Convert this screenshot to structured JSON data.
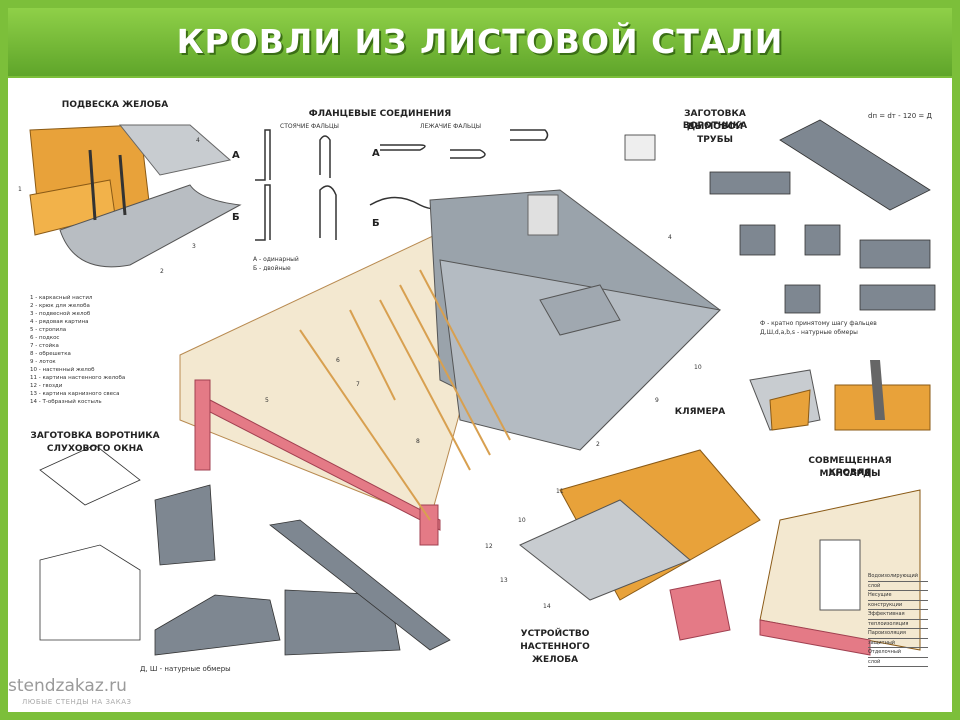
{
  "title": "КРОВЛИ ИЗ ЛИСТОВОЙ СТАЛИ",
  "sections": {
    "gutter_hanging": "ПОДВЕСКА ЖЕЛОБА",
    "flange_joints": "ФЛАНЦЕВЫЕ СОЕДИНЕНИЯ",
    "standing_seams": "СТОЯЧИЕ ФАЛЬЦЫ",
    "lying_seams": "ЛЕЖАЧИЕ ФАЛЬЦЫ",
    "chimney_collar_l1": "ЗАГОТОВКА ВОРОТНИКА",
    "chimney_collar_l2": "ДЫМОВОЙ",
    "chimney_collar_l3": "ТРУБЫ",
    "dormer_collar_l1": "ЗАГОТОВКА ВОРОТНИКА",
    "dormer_collar_l2": "СЛУХОВОГО ОКНА",
    "cleats": "КЛЯМЕРА",
    "mansard_l1": "СОВМЕЩЕННАЯ КРОВЛЯ",
    "mansard_l2": "МАНСАРДЫ",
    "wall_gutter_l1": "УСТРОЙСТВО",
    "wall_gutter_l2": "НАСТЕННОГО",
    "wall_gutter_l3": "ЖЕЛОБА"
  },
  "seam_labels": {
    "a": "А",
    "b": "Б",
    "a_desc": "А - одинарный",
    "b_desc": "Б - двойные"
  },
  "legend": [
    "1 - каркасный настил",
    "2 - крюк для желоба",
    "3 - подвесной желоб",
    "4 - рядовая картина",
    "5 - стропила",
    "6 - подкос",
    "7 - стойка",
    "8 - обрешетка",
    "9 - лоток",
    "10 - настенный желоб",
    "11 - картина настенного желоба",
    "12 - гвозди",
    "13 - картина карнизного свеса",
    "14 - Т-образный костыль"
  ],
  "formula_top": "dп = dт - 120 = Д",
  "formula_note_l1": "Ф - кратно принятому шагу фальцев",
  "formula_note_l2": "Д,Ш,d,a,b,s - натурные обмеры",
  "dormer_note": "Д, Ш - натурные обмеры",
  "mansard_layers": [
    "Водоизолирующий",
    "слой",
    "Несущие",
    "конструкции",
    "Эффективная",
    "теплоизоляция",
    "Пароизоляция",
    "защитный",
    "Отделочный",
    "слой"
  ],
  "callouts": [
    "1",
    "2",
    "3",
    "4",
    "5",
    "6",
    "7",
    "8",
    "9",
    "10",
    "11",
    "12",
    "13",
    "14"
  ],
  "watermark": "stendzakaz.ru",
  "watermark_sub": "ЛЮБЫЕ СТЕНДЫ НА ЗАКАЗ"
}
